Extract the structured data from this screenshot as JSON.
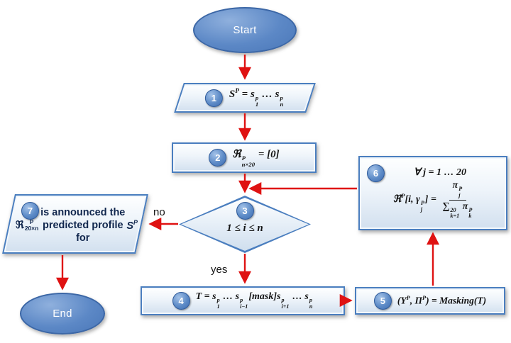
{
  "flowchart": {
    "colors": {
      "arrow": "#df1212",
      "shape_border": "#4a7ebf",
      "terminal_fill": "#5c88c6"
    },
    "edges": {
      "no_label": "no",
      "yes_label": "yes"
    },
    "nodes": {
      "start": {
        "label": "Start"
      },
      "step1": {
        "number": "1",
        "formula": "<i>S<sup>P</sup></i> = <i>s</i><span class='ss'><span>p</span><span>1</span></span> … <i>s</i><span class='ss'><span>p</span><span>n</span></span>"
      },
      "step2": {
        "number": "2",
        "formula": "ℜ<span class='ss'><span>P</span><span>n×20</span></span> = [0]"
      },
      "step3": {
        "number": "3",
        "condition": "1 ≤ <i>i</i> ≤ <i>n</i>"
      },
      "step4": {
        "number": "4",
        "formula": "<i>T</i> = <i>s</i><span class='ss'><span>p</span><span>1</span></span> … <i>s</i><span class='ss'><span>p</span><span>i−1</span></span>[<i>mask</i>]<i>s</i><span class='ss'><span>p</span><span>i+1</span></span> … <i>s</i><span class='ss'><span>p</span><span>n</span></span>"
      },
      "step5": {
        "number": "5",
        "formula": "(Υ<sup>P</sup>, Π<sup>P</sup>) = <i>Masking</i>(<i>T</i>)"
      },
      "step6": {
        "number": "6",
        "line1": "∀ <i>j</i> = 1 … 20",
        "line2": "ℜ<sup>P</sup>[<i>i</i>, <i>γ</i><span class='ss'><span>P</span><span>j</span></span>] = <span class='frac'><span class='fnum'>π<span class='ss'><span>P</span><span>j</span></span></span><span class='fden'>∑<span class='ss'><span>20</span><span>k=1</span></span> π<span class='ss'><span>P</span><span>k</span></span></span></span>"
      },
      "step7": {
        "number": "7",
        "text": "ℜ<span class='ss'><span>P</span><span>20×n</span></span> is announced the predicted profile for <i>S<sup>P</sup></i>"
      },
      "end": {
        "label": "End"
      }
    }
  }
}
